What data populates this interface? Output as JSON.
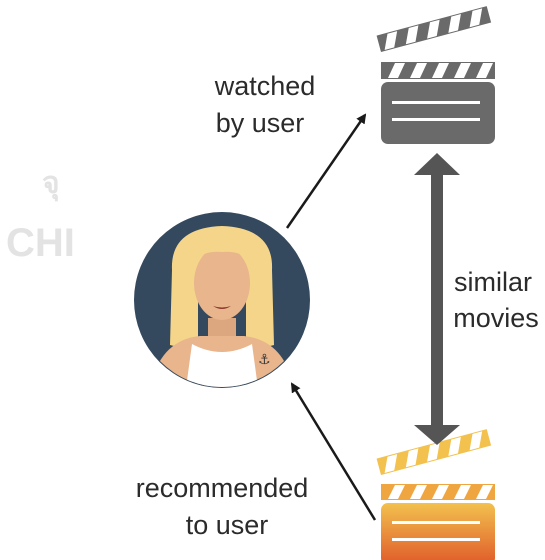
{
  "labels": {
    "watched_line1": "watched",
    "watched_line2": "by user",
    "similar_line1": "similar",
    "similar_line2": "movies",
    "recommended_line1": "recommended",
    "recommended_line2": "to user"
  },
  "watermark": {
    "glyph": "จุ",
    "text": "CHI"
  },
  "colors": {
    "avatar_bg": "#34495e",
    "hair": "#f4d58a",
    "skin": "#e8b58c",
    "watched_clapper": "#6a6a6a",
    "recommended_clapper_top": "#f2c14e",
    "recommended_clapper_bottom": "#e05a2a",
    "arrow": "#1a1a1a",
    "double_arrow": "#555555"
  },
  "icons": {
    "avatar": "user-avatar-icon",
    "watched_movie": "clapperboard-icon",
    "recommended_movie": "clapperboard-icon"
  }
}
